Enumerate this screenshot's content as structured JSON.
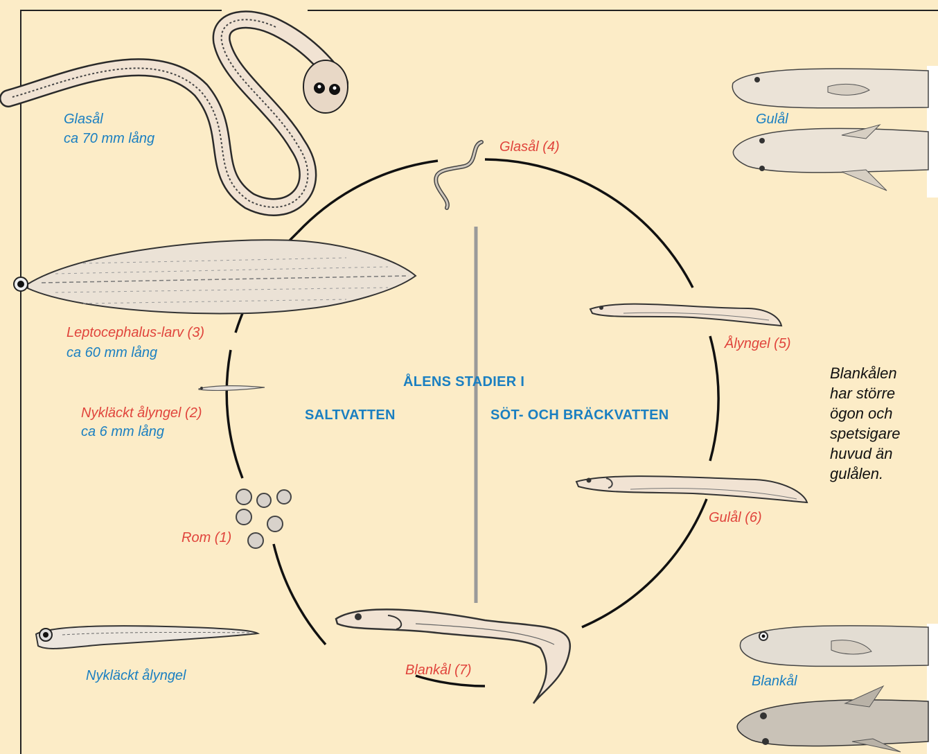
{
  "colors": {
    "background": "#fcecc7",
    "stage_label": "#e0443c",
    "info_label": "#1a7fc1",
    "circle": "#111111",
    "divider": "#9a9a9a",
    "eel_fill": "#f1e3d3"
  },
  "heading": {
    "title": "ÅLENS STADIER I",
    "left": "SALTVATTEN",
    "right": "SÖT- OCH BRÄCKVATTEN"
  },
  "stages": {
    "rom": "Rom (1)",
    "nyklackt": "Nykläckt ålyngel (2)",
    "leptocephalus": "Leptocephalus-larv (3)",
    "glasal": "Glasål (4)",
    "alyngel": "Ålyngel (5)",
    "gulal": "Gulål (6)",
    "blankal": "Blankål (7)"
  },
  "info": {
    "glasal_name": "Glasål",
    "glasal_size": "ca 70 mm lång",
    "lepto_size": "ca 60 mm lång",
    "nyklackt_size": "ca 6 mm lång",
    "nyklackt_caption": "Nykläckt ålyngel",
    "gulal_caption": "Gulål",
    "blankal_caption": "Blankål"
  },
  "note": {
    "lines": [
      "Blankålen",
      "har större",
      "ögon och",
      "spetsigare",
      "huvud än",
      "gulålen."
    ]
  }
}
